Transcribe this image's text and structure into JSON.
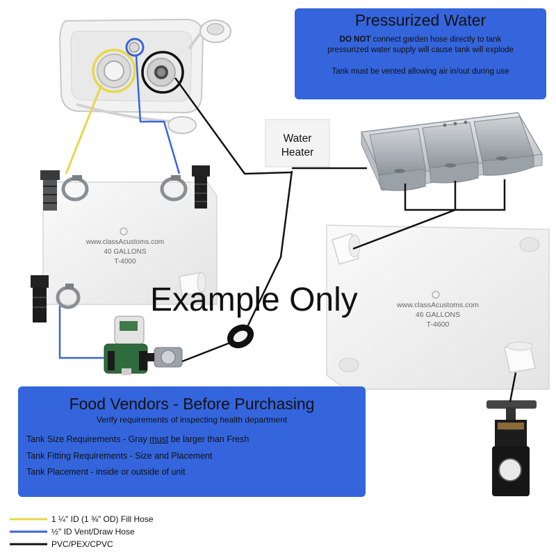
{
  "pressurized": {
    "title": "Pressurized Water",
    "warning_bold": "DO NOT",
    "warning_rest": " connect garden hose directly to tank",
    "warning_line2": "pressurized water supply will cause tank will explode",
    "vent_note": "Tank must be vented allowing air in/out during use"
  },
  "water_heater": {
    "line1": "Water",
    "line2": "Heater"
  },
  "fresh_tank": {
    "website": "www.classAcustoms.com",
    "capacity": "40 GALLONS",
    "model": "T-4000"
  },
  "gray_tank": {
    "website": "www.classAcustoms.com",
    "capacity": "46 GALLONS",
    "model": "T-4600"
  },
  "watermark": "Example Only",
  "vendors": {
    "title": "Food Vendors - Before Purchasing",
    "subtitle": "Verify requirements of inspecting health department",
    "req1_a": "Tank Size Requirements - Gray ",
    "req1_u": "must",
    "req1_b": " be larger than Fresh",
    "req2": "Tank Fitting Requirements - Size and Placement",
    "req3": "Tank Placement - inside or outside of unit"
  },
  "legend": [
    {
      "label": "1 ¼\" ID (1 ⅜\" OD) Fill Hose",
      "color": "#e6d84a"
    },
    {
      "label": "½\" ID Vent/Draw Hose",
      "color": "#3a63d8"
    },
    {
      "label": "PVC/PEX/CPVC",
      "color": "#111111"
    }
  ],
  "colors": {
    "panel_blue": "#3465dd",
    "fill_hose": "#e6d84a",
    "vent_hose": "#3a63d8",
    "pipe": "#111111"
  },
  "icons": [
    "inlet-panel-icon",
    "hose-barb-icon",
    "hose-clamp-icon",
    "sink-icon",
    "pump-icon",
    "strainer-icon",
    "check-valve-icon",
    "gate-valve-icon",
    "elbow-fitting-icon"
  ]
}
